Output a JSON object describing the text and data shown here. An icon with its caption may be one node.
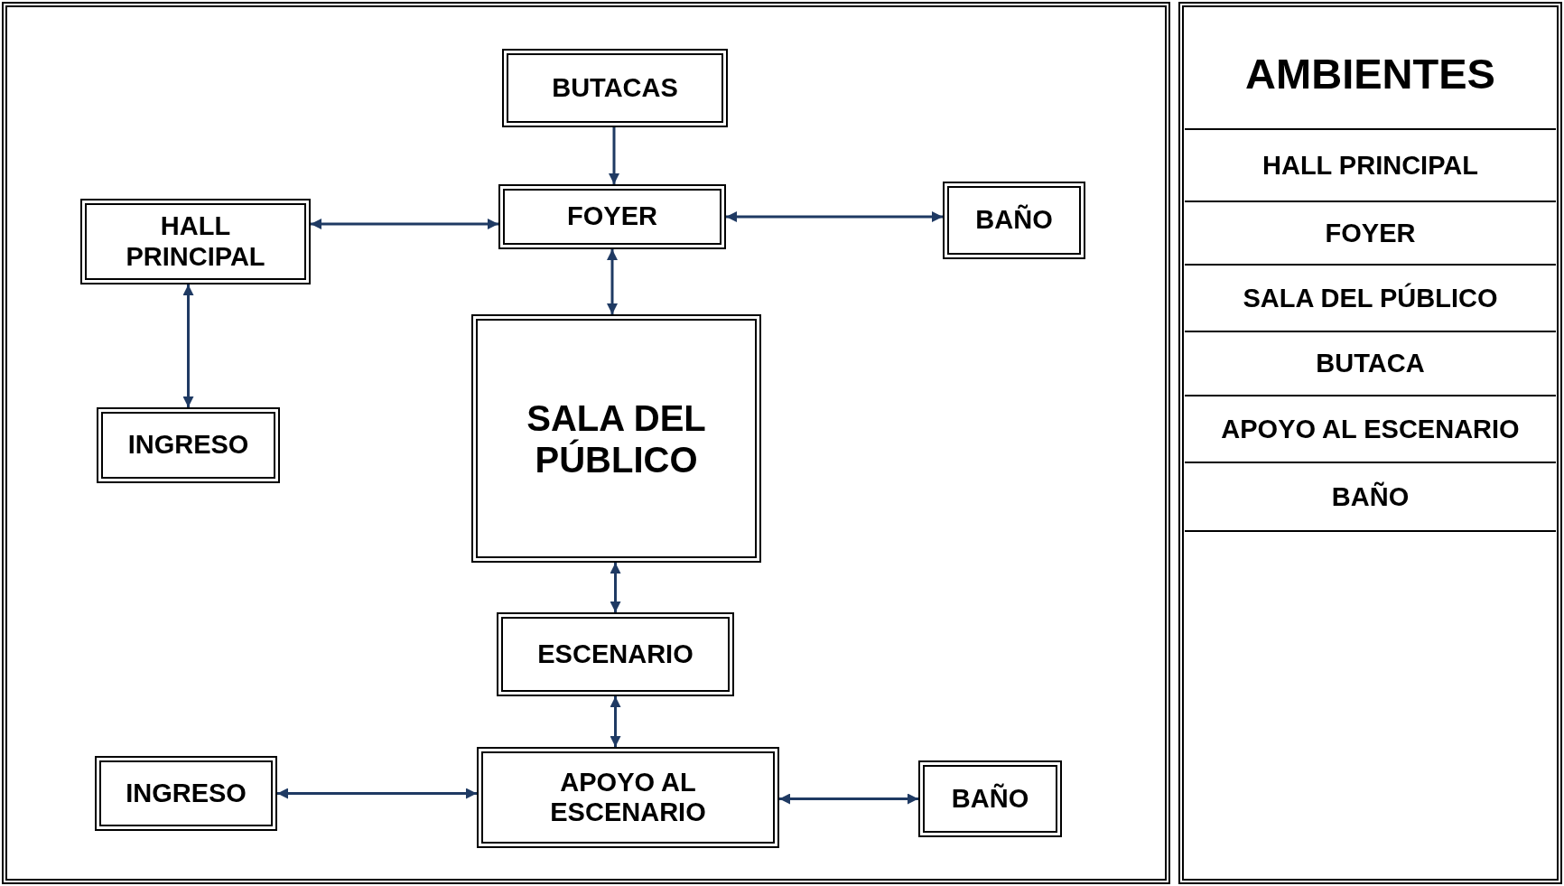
{
  "diagram": {
    "nodes": [
      {
        "text": [
          "BUTACAS"
        ]
      },
      {
        "text": [
          "HALL PRINCIPAL"
        ]
      },
      {
        "text": [
          "FOYER"
        ]
      },
      {
        "text": [
          "BAÑO"
        ]
      },
      {
        "text": [
          "INGRESO"
        ]
      },
      {
        "text": [
          "SALA DEL PÚBLICO"
        ]
      },
      {
        "text": [
          "ESCENARIO"
        ]
      },
      {
        "text": [
          "INGRESO"
        ]
      },
      {
        "text": [
          "APOYO AL ESCENARIO"
        ]
      },
      {
        "text": [
          "BAÑO"
        ]
      }
    ],
    "edges": [
      {
        "from": 0,
        "to": 2,
        "arrow": "to"
      },
      {
        "from": 1,
        "to": 2,
        "arrow": "both"
      },
      {
        "from": 2,
        "to": 3,
        "arrow": "both"
      },
      {
        "from": 2,
        "to": 5,
        "arrow": "both"
      },
      {
        "from": 1,
        "to": 4,
        "arrow": "both"
      },
      {
        "from": 5,
        "to": 6,
        "arrow": "both"
      },
      {
        "from": 6,
        "to": 8,
        "arrow": "both"
      },
      {
        "from": 7,
        "to": 8,
        "arrow": "both"
      },
      {
        "from": 8,
        "to": 9,
        "arrow": "both"
      }
    ],
    "labels": [
      "AMBIENTES",
      "HALL PRINCIPAL",
      "FOYER",
      "SALA DEL PÚBLICO",
      "BUTACA",
      "APOYO AL ESCENARIO",
      "BAÑO"
    ]
  }
}
